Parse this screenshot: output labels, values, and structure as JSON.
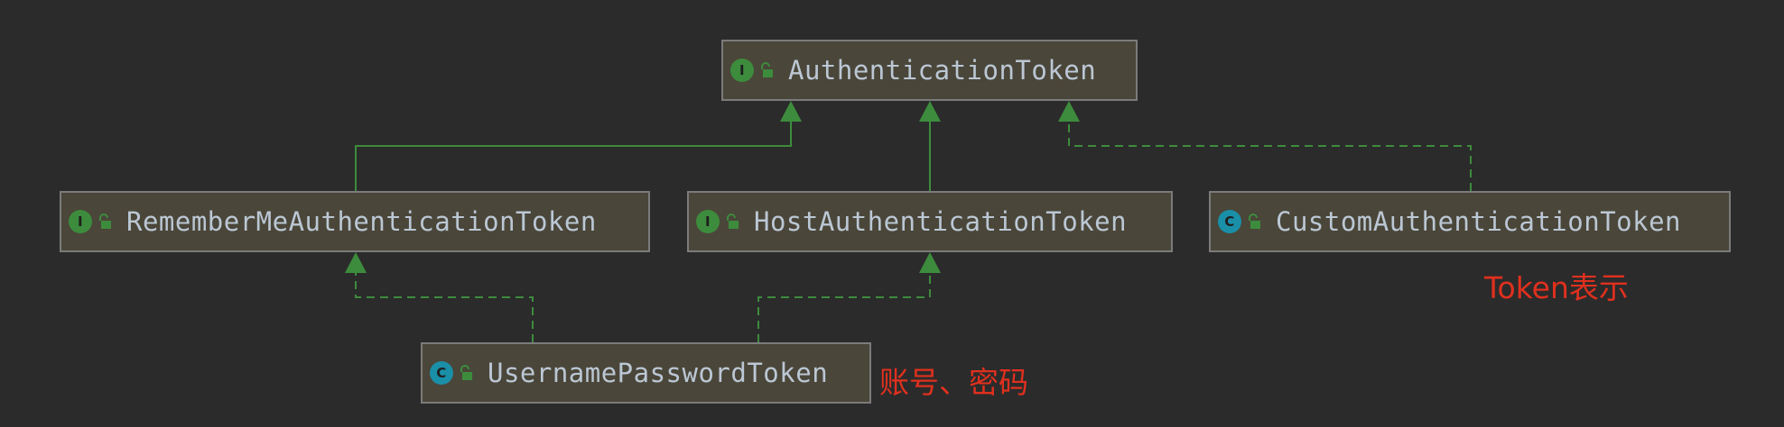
{
  "colors": {
    "background": "#2b2b2b",
    "node_fill": "#4a4639",
    "node_border": "#7b7b7b",
    "node_text": "#bbc7d4",
    "edge": "#3d8c3d",
    "interface_badge": "#3d8c3d",
    "class_badge": "#1a8fa8",
    "annotation": "#e0301e"
  },
  "nodes": {
    "authentication_token": {
      "label": "AuthenticationToken",
      "kind": "interface",
      "badge": "I",
      "icon": "unlock-icon"
    },
    "remember_me_token": {
      "label": "RememberMeAuthenticationToken",
      "kind": "interface",
      "badge": "I",
      "icon": "unlock-icon"
    },
    "host_token": {
      "label": "HostAuthenticationToken",
      "kind": "interface",
      "badge": "I",
      "icon": "unlock-icon"
    },
    "custom_token": {
      "label": "CustomAuthenticationToken",
      "kind": "class",
      "badge": "C",
      "icon": "unlock-icon"
    },
    "username_password_token": {
      "label": "UsernamePasswordToken",
      "kind": "class",
      "badge": "C",
      "icon": "unlock-icon"
    }
  },
  "edges": [
    {
      "from": "RememberMeAuthenticationToken",
      "to": "AuthenticationToken",
      "style": "solid"
    },
    {
      "from": "HostAuthenticationToken",
      "to": "AuthenticationToken",
      "style": "solid"
    },
    {
      "from": "CustomAuthenticationToken",
      "to": "AuthenticationToken",
      "style": "dashed"
    },
    {
      "from": "UsernamePasswordToken",
      "to": "RememberMeAuthenticationToken",
      "style": "dashed"
    },
    {
      "from": "UsernamePasswordToken",
      "to": "HostAuthenticationToken",
      "style": "dashed"
    }
  ],
  "annotations": {
    "token_note": "Token表示",
    "credentials_note": "账号、密码"
  }
}
